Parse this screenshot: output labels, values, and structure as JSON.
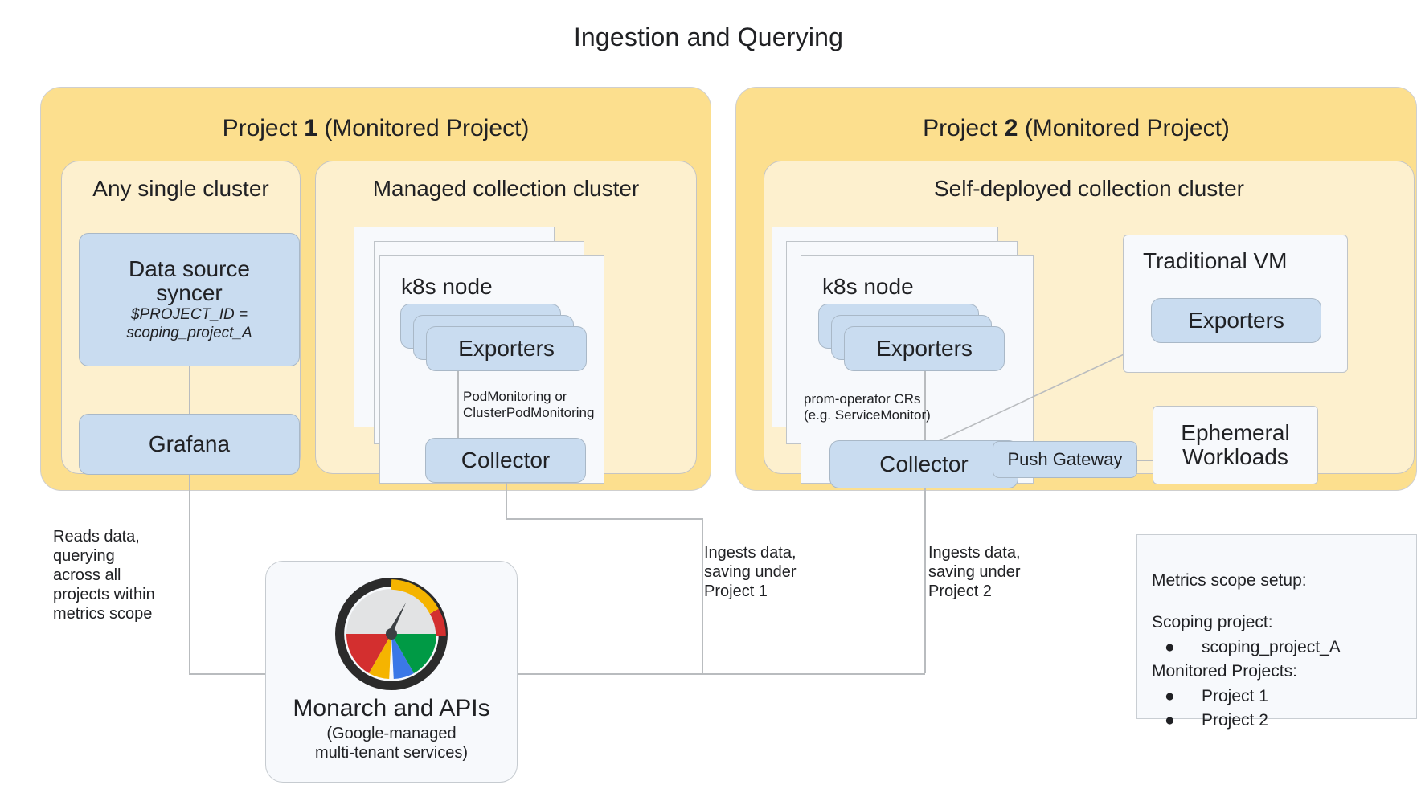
{
  "title": "Ingestion and Querying",
  "projects": [
    {
      "name": "project-1",
      "title_prefix": "Project ",
      "title_num": "1",
      "title_suffix": " (Monitored Project)"
    },
    {
      "name": "project-2",
      "title_prefix": "Project ",
      "title_num": "2",
      "title_suffix": " (Monitored Project)"
    }
  ],
  "clusters": {
    "any_single": "Any single cluster",
    "managed": "Managed collection cluster",
    "self_deployed": "Self-deployed collection cluster"
  },
  "boxes": {
    "data_source_syncer": {
      "title_line1": "Data source",
      "title_line2": "syncer",
      "sub_line1": "$PROJECT_ID =",
      "sub_line2": "scoping_project_A"
    },
    "grafana": "Grafana",
    "k8s_node": "k8s node",
    "exporters": "Exporters",
    "collector": "Collector",
    "push_gateway": "Push Gateway",
    "traditional_vm": "Traditional VM",
    "traditional_vm_exporters": "Exporters",
    "ephemeral_workloads": "Ephemeral\nWorkloads"
  },
  "edge_labels": {
    "pod_monitoring": "PodMonitoring or\nClusterPodMonitoring",
    "prom_operator": "prom-operator CRs\n(e.g. ServiceMonitor)",
    "reads_data": "Reads data,\nquerying\nacross all\nprojects within\nmetrics scope",
    "ingests_p1": "Ingests data,\nsaving under\nProject 1",
    "ingests_p2": "Ingests data,\nsaving under\nProject 2"
  },
  "monarch": {
    "name": "Monarch and APIs",
    "sub": "(Google-managed\nmulti-tenant services)",
    "logo_icon": "monitoring-gauge-icon"
  },
  "legend": {
    "heading": "Metrics scope setup:",
    "scoping_label": "Scoping project:",
    "scoping_items": [
      "scoping_project_A"
    ],
    "monitored_label": "Monitored Projects:",
    "monitored_items": [
      "Project 1",
      "Project 2"
    ],
    "bullet": "●"
  },
  "colors": {
    "project_fill": "#FCDF8E",
    "cluster_fill": "#FDF0CE",
    "box_fill": "#C9DCF0",
    "card_fill": "#F7F9FC",
    "connector": "#b9bcbf",
    "text": "#202124",
    "logo_red": "#D32F2F",
    "logo_yellow": "#F5B400",
    "logo_blue": "#3B78E7",
    "logo_green": "#009A45",
    "logo_ring": "#2b2b2b",
    "logo_face": "#E2E3E4"
  }
}
